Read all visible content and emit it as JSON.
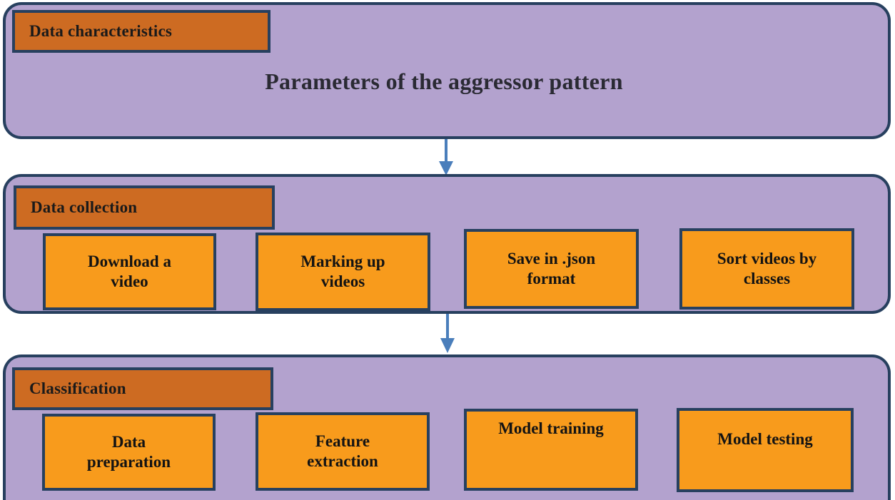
{
  "diagram": {
    "title": "Parameters of the aggressor pattern",
    "colors": {
      "panel_background": "#b3a2ce",
      "panel_border": "#27405f",
      "stage_header": "#cd6b22",
      "step_box": "#f89b1c",
      "arrow": "#4a7ebb",
      "text": "#1a1a1a"
    },
    "stages": [
      {
        "header": "Data characteristics",
        "title": "Parameters of the aggressor pattern",
        "steps": []
      },
      {
        "header": "Data collection",
        "steps": [
          "Download a\nvideo",
          "Marking up\nvideos",
          "Save in .json\nformat",
          "Sort videos by\nclasses"
        ]
      },
      {
        "header": "Classification",
        "steps": [
          "Data\npreparation",
          "Feature\nextraction",
          "Model training",
          "Model   testing"
        ]
      }
    ],
    "connectors": [
      {
        "name": "arrow-characteristics-to-collection",
        "direction": "down"
      },
      {
        "name": "arrow-collection-to-classification",
        "direction": "down"
      }
    ]
  }
}
